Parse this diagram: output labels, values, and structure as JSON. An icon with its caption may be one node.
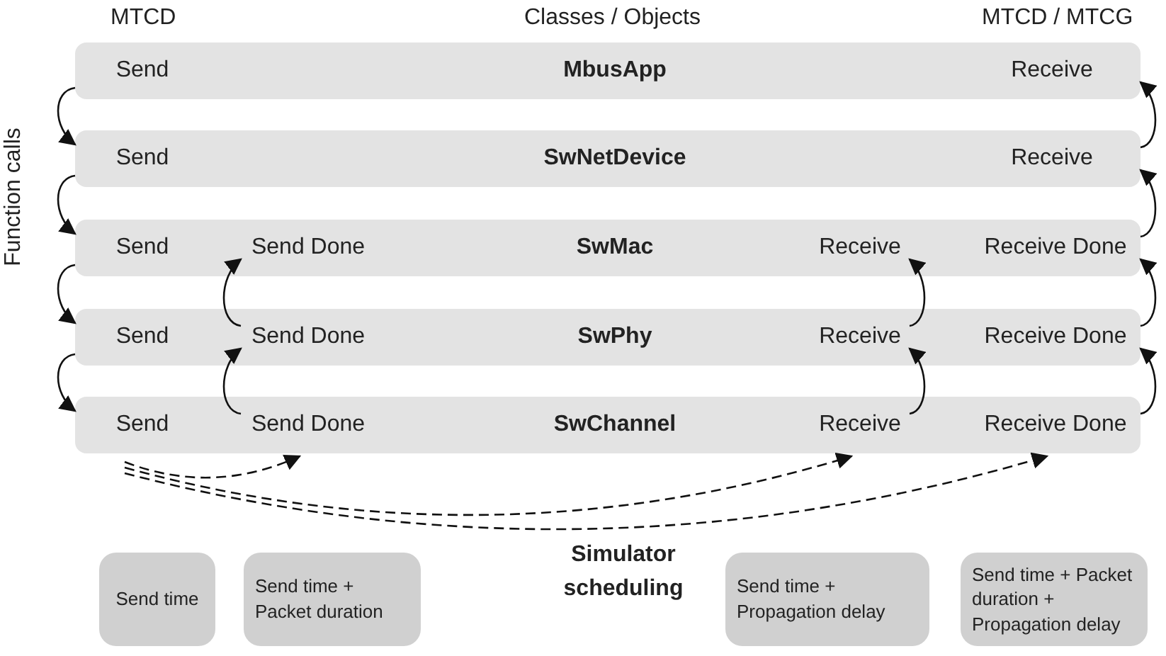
{
  "diagram": {
    "nodes": [
      {
        "text": [
          "MbusApp"
        ]
      },
      {
        "text": [
          "Send"
        ],
        "in": 0
      },
      {
        "text": [
          "Receive"
        ],
        "in": 0
      },
      {
        "text": [
          "SwNetDevice"
        ]
      },
      {
        "text": [
          "Send"
        ],
        "in": 3
      },
      {
        "text": [
          "Receive"
        ],
        "in": 3
      },
      {
        "text": [
          "SwMac"
        ]
      },
      {
        "text": [
          "Send"
        ],
        "in": 6
      },
      {
        "text": [
          "Send Done"
        ],
        "in": 6
      },
      {
        "text": [
          "Receive"
        ],
        "in": 6
      },
      {
        "text": [
          "Receive Done"
        ],
        "in": 6
      },
      {
        "text": [
          "SwPhy"
        ]
      },
      {
        "text": [
          "Send"
        ],
        "in": 11
      },
      {
        "text": [
          "Send Done"
        ],
        "in": 11
      },
      {
        "text": [
          "Receive"
        ],
        "in": 11
      },
      {
        "text": [
          "Receive Done"
        ],
        "in": 11
      },
      {
        "text": [
          "SwChannel"
        ]
      },
      {
        "text": [
          "Send"
        ],
        "in": 16
      },
      {
        "text": [
          "Send Done"
        ],
        "in": 16
      },
      {
        "text": [
          "Receive"
        ],
        "in": 16
      },
      {
        "text": [
          "Receive Done"
        ],
        "in": 16
      },
      {
        "text": [
          "Send time"
        ]
      },
      {
        "text": [
          "Send time + Packet duration"
        ]
      },
      {
        "text": [
          "Send time + Propagation delay"
        ]
      },
      {
        "text": [
          "Send time + Packet duration + Propagation delay"
        ]
      }
    ],
    "edges": [
      {
        "from": 1,
        "to": 4,
        "arrow": "to"
      },
      {
        "from": 4,
        "to": 7,
        "arrow": "to"
      },
      {
        "from": 7,
        "to": 12,
        "arrow": "to"
      },
      {
        "from": 12,
        "to": 17,
        "arrow": "to"
      },
      {
        "from": 18,
        "to": 13,
        "arrow": "to"
      },
      {
        "from": 13,
        "to": 8,
        "arrow": "to"
      },
      {
        "from": 19,
        "to": 14,
        "arrow": "to"
      },
      {
        "from": 14,
        "to": 9,
        "arrow": "to"
      },
      {
        "from": 20,
        "to": 15,
        "arrow": "to"
      },
      {
        "from": 15,
        "to": 10,
        "arrow": "to"
      },
      {
        "from": 10,
        "to": 5,
        "arrow": "to"
      },
      {
        "from": 5,
        "to": 2,
        "arrow": "to"
      },
      {
        "from": 17,
        "to": 18,
        "arrow": "to",
        "style": "dashed"
      },
      {
        "from": 17,
        "to": 19,
        "arrow": "to",
        "style": "dashed"
      },
      {
        "from": 17,
        "to": 20,
        "arrow": "to",
        "style": "dashed"
      }
    ],
    "labels": [
      "MTCD",
      "Classes / Objects",
      "MTCD / MTCG",
      "Function calls",
      "Simulator scheduling"
    ]
  }
}
